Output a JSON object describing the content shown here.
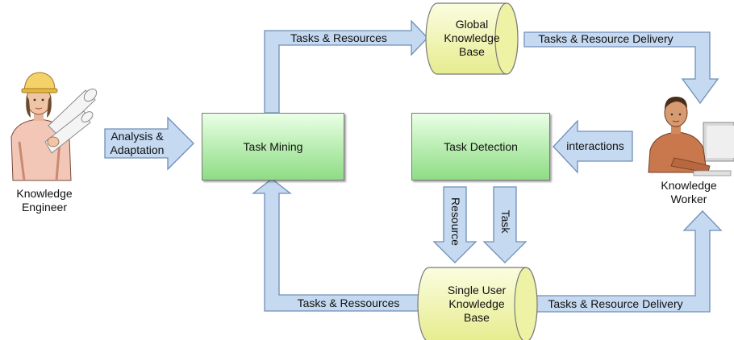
{
  "actors": {
    "engineer": {
      "label_line1": "Knowledge",
      "label_line2": "Engineer",
      "icon": "construction-engineer-icon"
    },
    "worker": {
      "label_line1": "Knowledge",
      "label_line2": "Worker",
      "icon": "office-worker-icon"
    }
  },
  "processes": {
    "task_mining": "Task Mining",
    "task_detection": "Task Detection"
  },
  "databases": {
    "global": {
      "line1": "Global",
      "line2": "Knowledge",
      "line3": "Base"
    },
    "single_user": {
      "line1": "Single User",
      "line2": "Knowledge",
      "line3": "Base"
    }
  },
  "flows": {
    "analysis_line1": "Analysis &",
    "analysis_line2": "Adaptation",
    "tasks_resources_top": "Tasks & Resources",
    "delivery_top": "Tasks & Resource Delivery",
    "interactions": "interactions",
    "resource": "Resource",
    "task": "Task",
    "tasks_ressources_bottom": "Tasks & Ressources",
    "delivery_bottom": "Tasks & Resource Delivery"
  },
  "colors": {
    "arrow_fill": "#c5d9f1",
    "arrow_stroke": "#6f8fb8",
    "process_fill": "#a8e6a0",
    "db_fill": "#f2f5b0"
  }
}
